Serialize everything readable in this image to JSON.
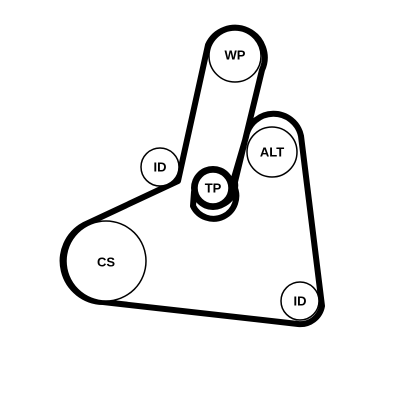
{
  "diagram": {
    "pulleys": {
      "wp": "WP",
      "id_left": "ID",
      "tp": "TP",
      "alt": "ALT",
      "cs": "CS",
      "id_right": "ID"
    }
  }
}
